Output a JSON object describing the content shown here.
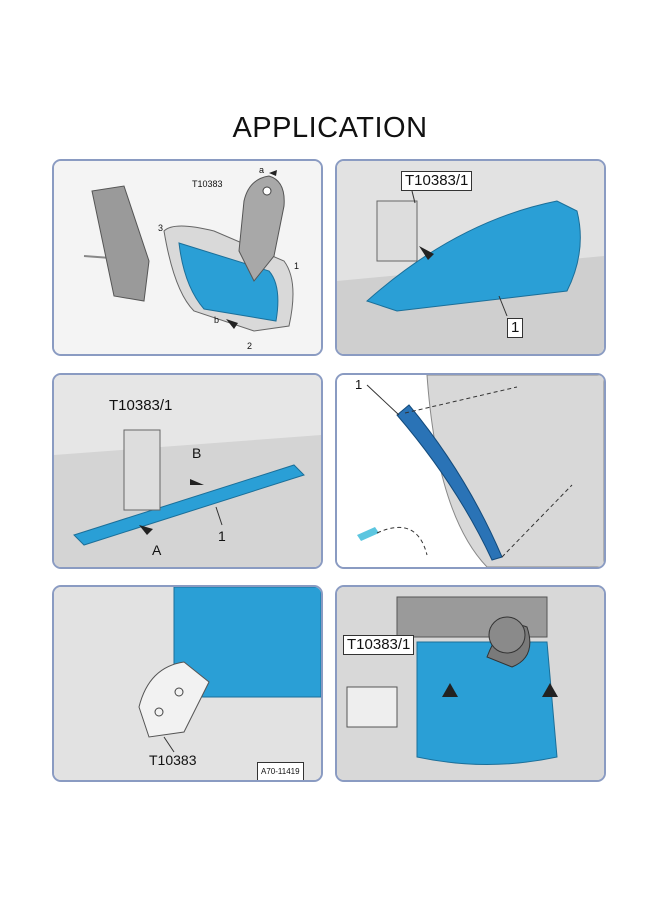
{
  "title": "APPLICATION",
  "panels": {
    "p1": {
      "tool": "T10383",
      "labels": [
        "a",
        "b",
        "1",
        "2",
        "3"
      ]
    },
    "p2": {
      "tool": "T10383/1",
      "part": "1"
    },
    "p3": {
      "tool": "T10383/1",
      "arrow_b": "B",
      "arrow_a": "A",
      "part": "1"
    },
    "p4": {
      "part": "1"
    },
    "p5": {
      "tool": "T10383",
      "ref": "A70-11419"
    },
    "p6": {
      "tool": "T10383/1"
    }
  },
  "colors": {
    "trim_blue": "#2a9fd6",
    "frame": "#8a9bc2",
    "background": "#ececec"
  }
}
